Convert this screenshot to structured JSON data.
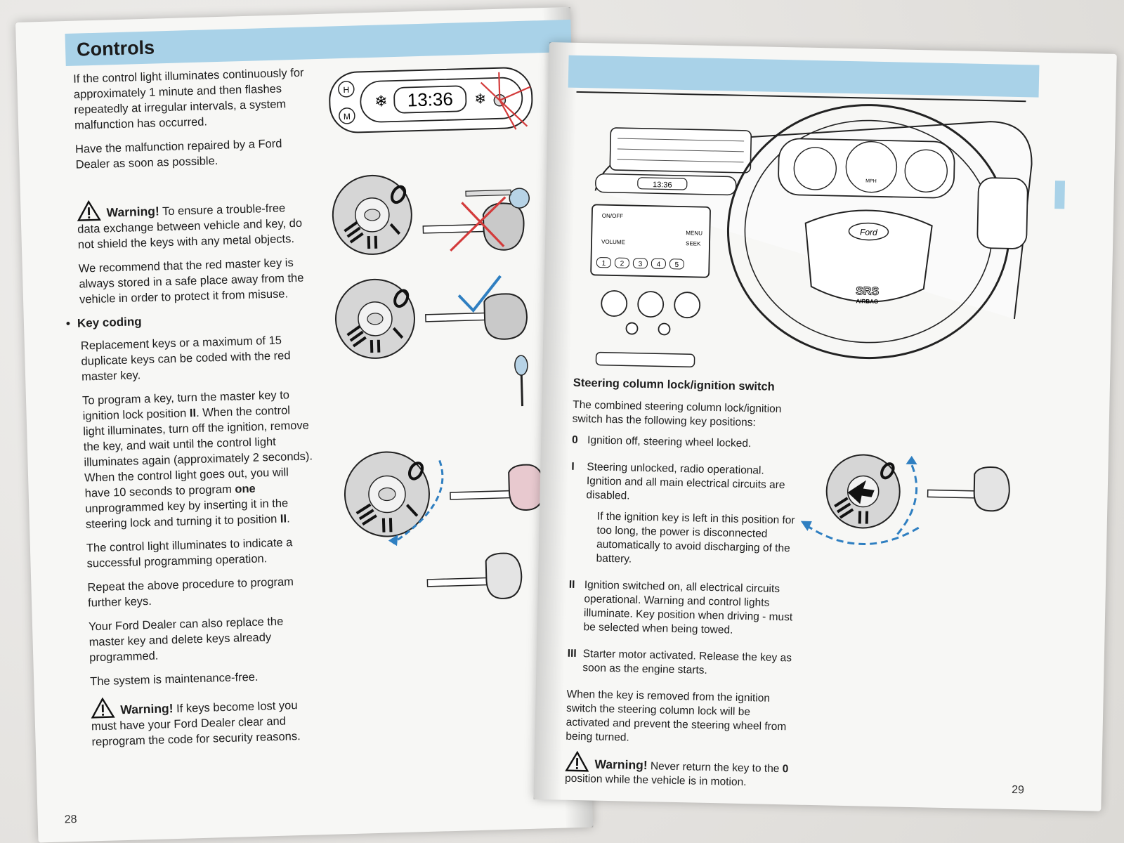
{
  "left_page": {
    "section_title": "Controls",
    "paragraphs_top": [
      "If the control light illuminates continuously for approximately 1 minute and then flashes repeatedly at irregular intervals, a system malfunction has occurred.",
      "Have the malfunction repaired by a Ford Dealer as soon as possible."
    ],
    "warning_1": {
      "title": "Warning!",
      "text": "To ensure a trouble-free data exchange between vehicle and key, do not shield the keys with any metal objects."
    },
    "paragraph_master": "We recommend that the red master key is always stored in a safe place away from the vehicle in order to protect it from misuse.",
    "bullet": "Key coding",
    "key_coding": [
      "Replacement keys or a maximum of 15 duplicate keys can be coded with the red master key.",
      {
        "a": "To program a key, turn the master key to ignition lock position ",
        "b": "II",
        "c": ". When the control light illuminates, turn off the ignition, remove the key, and wait until the control light illuminates again (approximately 2 seconds). When the control light goes out, you will have 10 seconds to program ",
        "d": "one",
        "e": " unprogrammed key by inserting it in the steering lock and turning it to position ",
        "f": "II",
        "g": "."
      },
      "The control light illuminates to indicate a successful programming operation.",
      "Repeat the above procedure to program further keys.",
      "Your Ford Dealer can also replace the master key and delete keys already programmed.",
      "The system is maintenance-free."
    ],
    "warning_2": {
      "title": "Warning!",
      "text": "If keys become lost you must have your Ford Dealer clear and reprogram the code for security reasons."
    },
    "display_clock": "13:36",
    "display_buttons": [
      "H",
      "M"
    ],
    "page_number": "28"
  },
  "right_page": {
    "heading": "Steering column lock/ignition switch",
    "intro": "The combined steering column lock/ignition switch has the following key positions:",
    "positions": [
      {
        "mark": "0",
        "text": [
          "Ignition off, steering wheel locked."
        ]
      },
      {
        "mark": "I",
        "text": [
          "Steering unlocked, radio operational. Ignition and all main electrical circuits are disabled.",
          "If the ignition key is left in this position for too long, the power is disconnected automatically to avoid discharging of the battery."
        ]
      },
      {
        "mark": "II",
        "text": [
          "Ignition switched on, all electrical circuits operational. Warning and control lights illuminate. Key position when driving - must be selected when being towed."
        ]
      },
      {
        "mark": "III",
        "text": [
          "Starter motor activated. Release the key as soon as the engine starts."
        ]
      }
    ],
    "removal_text": "When the key is removed from the ignition switch the steering column lock will be activated and prevent the steering wheel from being turned.",
    "warning": {
      "title": "Warning!",
      "text_a": "Never return the key to the ",
      "text_b": "0",
      "text_c": " position while the vehicle is in motion."
    },
    "dash": {
      "brand": "Ford",
      "srs": "SRS",
      "airbag": "AIRBAG",
      "clock": "13:36",
      "mph": "MPH",
      "radio_presets": [
        "1",
        "2",
        "3",
        "4",
        "5"
      ],
      "radio_labels": [
        "ON/OFF",
        "VOLUME",
        "SEEK",
        "MENU"
      ]
    },
    "page_number": "29"
  },
  "colors": {
    "header_band": "#a9d2e8",
    "cross_red": "#d33b3b",
    "tick_blue": "#2f7fc1",
    "arrow_blue": "#2f7fc1",
    "master_key_pink": "#e8c9cf",
    "spare_key_blue": "#b7d3e6"
  },
  "icons": [
    "warning-triangle-icon",
    "cross-icon",
    "checkmark-icon",
    "rotate-arrow-icon",
    "key-icon"
  ]
}
